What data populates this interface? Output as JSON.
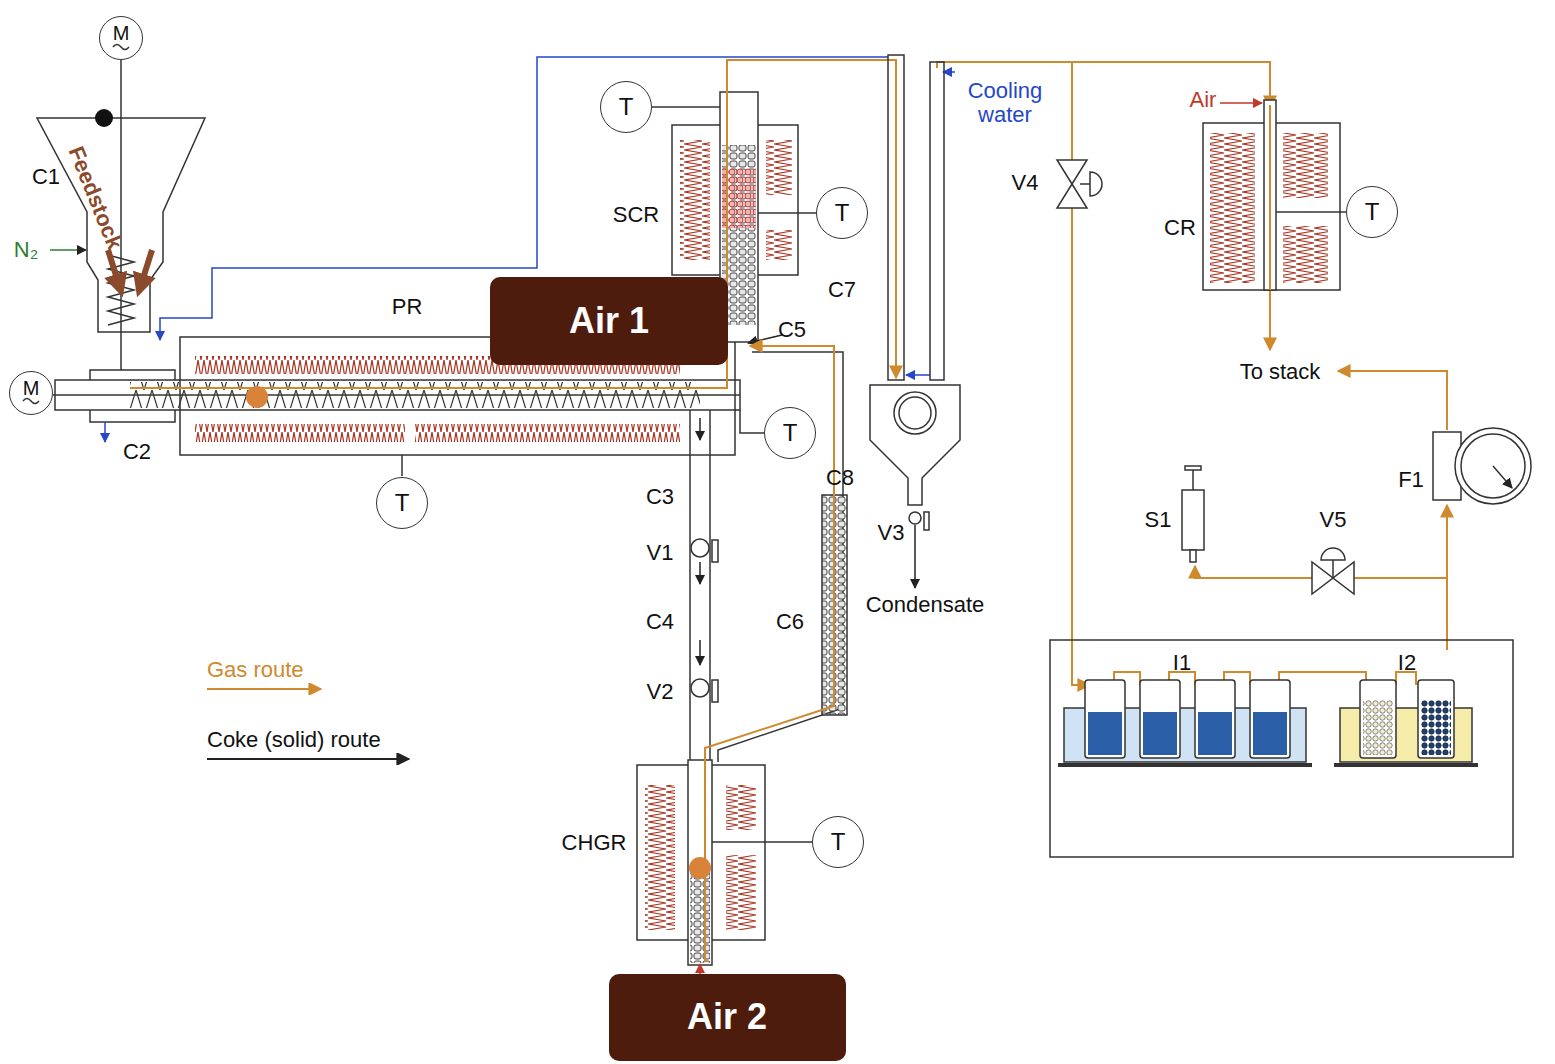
{
  "diagram": {
    "nodes": [
      {
        "text": [
          "M"
        ]
      },
      {
        "text": [
          "T"
        ]
      },
      {
        "text": [
          "T"
        ]
      },
      {
        "text": [
          "Air 1"
        ]
      },
      {
        "text": [
          "M"
        ]
      },
      {
        "text": [
          "T"
        ]
      },
      {
        "text": [
          "T"
        ]
      },
      {
        "text": [
          "T"
        ]
      },
      {
        "text": [
          "T"
        ]
      },
      {
        "text": [
          "Air 2"
        ]
      }
    ],
    "labels": [
      "C1",
      "Feedstock",
      "N₂",
      "C2",
      "PR",
      "SCR",
      "C5",
      "C3",
      "V1",
      "C4",
      "V2",
      "C6",
      "CHGR",
      "C7",
      "C8",
      "V3",
      "Condensate",
      "Cooling water",
      "V4",
      "Air",
      "CR",
      "To stack",
      "F1",
      "S1",
      "V5",
      "I1",
      "I2"
    ],
    "legend": [
      {
        "text": "Gas route"
      },
      {
        "text": "Coke (solid) route"
      }
    ]
  }
}
